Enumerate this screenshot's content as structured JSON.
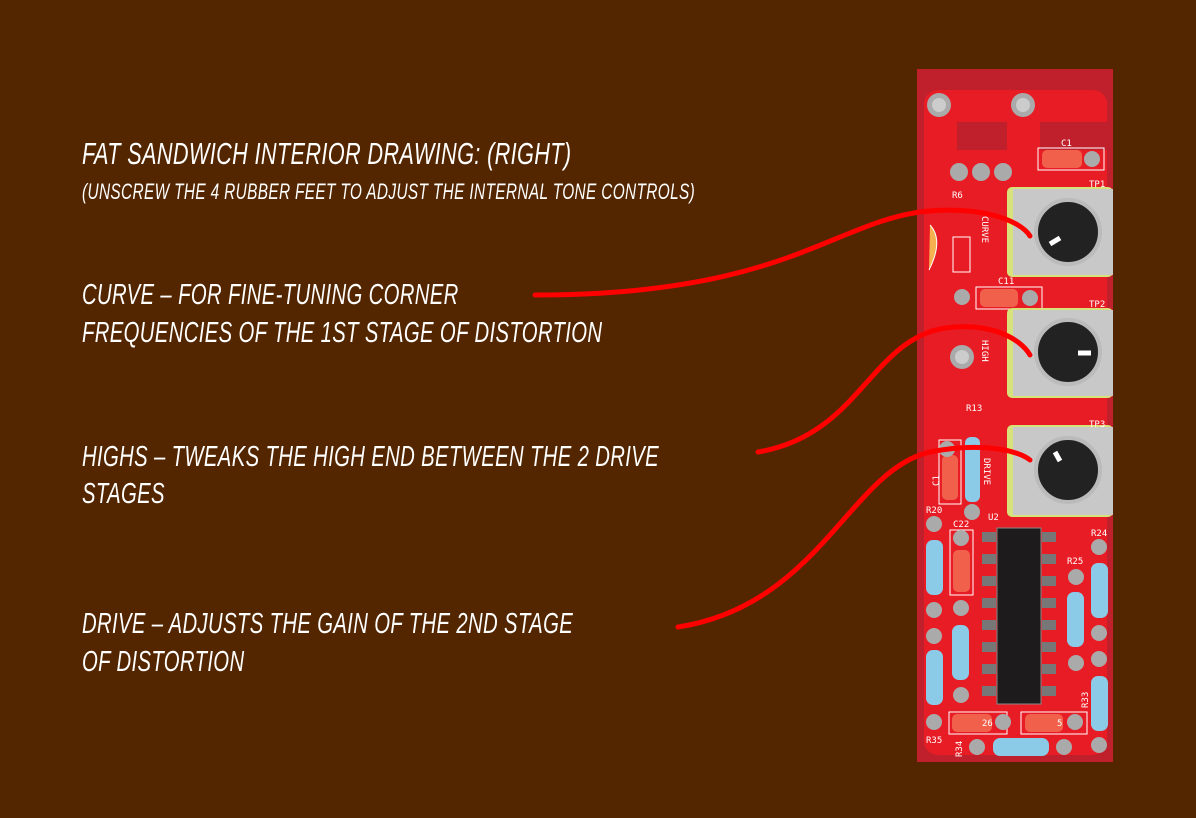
{
  "heading": {
    "title": "FAT SANDWICH INTERIOR DRAWING: (RIGHT)",
    "subtitle": "(UNSCREW THE 4 RUBBER FEET TO ADJUST THE INTERNAL TONE CONTROLS)"
  },
  "annotations": [
    {
      "line1": "CURVE – FOR FINE-TUNING CORNER",
      "line2": "FREQUENCIES OF THE 1ST STAGE OF DISTORTION"
    },
    {
      "line1": "HIGHS – TWEAKS THE HIGH END BETWEEN THE 2 DRIVE",
      "line2": "STAGES"
    },
    {
      "line1": "DRIVE – ADJUSTS THE GAIN OF THE 2ND STAGE",
      "line2": "OF DISTORTION"
    }
  ],
  "pcb": {
    "labels": {
      "c1": "C1",
      "tp1": "TP1",
      "r6": "R6",
      "curve": "CURVE",
      "c11": "C11",
      "tp2": "TP2",
      "high": "HIGH",
      "r13": "R13",
      "tp3": "TP3",
      "drive": "DRIVE",
      "c1b": "C1",
      "r20": "R20",
      "c22": "C22",
      "u2": "U2",
      "r24": "R24",
      "r25": "R25",
      "r33": "R33",
      "r35": "R35",
      "r34": "R34",
      "c26": "26",
      "c5": "5"
    }
  },
  "colors": {
    "background": "#532600",
    "pcb": "#e81c24",
    "pointer": "#ff0000"
  }
}
